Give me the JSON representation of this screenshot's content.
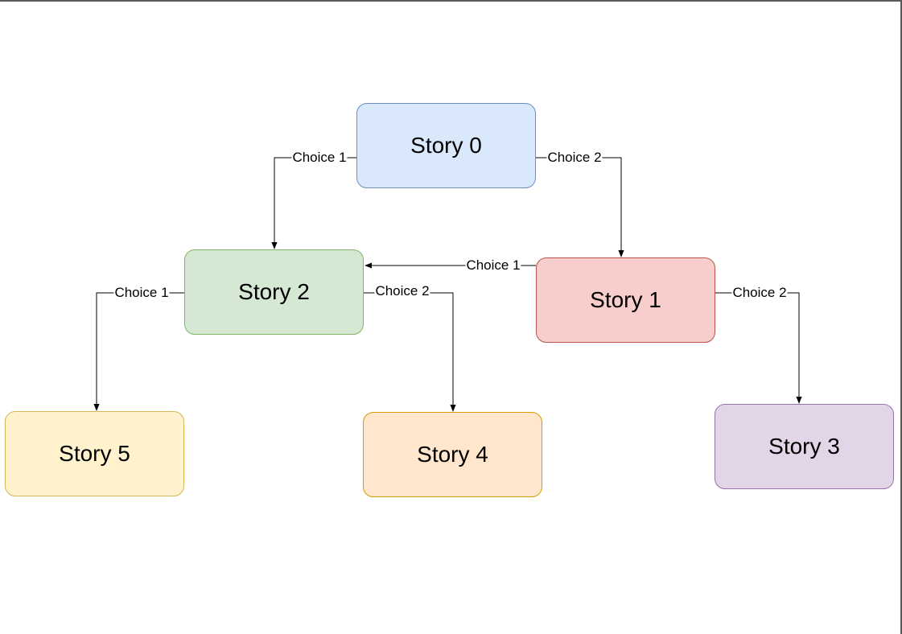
{
  "diagram": {
    "nodes": [
      {
        "id": "n0",
        "label": "Story 0",
        "fill": "#dae8fc",
        "stroke": "#6c8ebf"
      },
      {
        "id": "n1",
        "label": "Story 1",
        "fill": "#f8cecc",
        "stroke": "#b85450"
      },
      {
        "id": "n2",
        "label": "Story 2",
        "fill": "#d5e8d4",
        "stroke": "#82b366"
      },
      {
        "id": "n3",
        "label": "Story 3",
        "fill": "#e1d5e7",
        "stroke": "#9673a6"
      },
      {
        "id": "n4",
        "label": "Story 4",
        "fill": "#ffe6cc",
        "stroke": "#d79b00"
      },
      {
        "id": "n5",
        "label": "Story 5",
        "fill": "#fff2cc",
        "stroke": "#d6b656"
      }
    ],
    "edges": [
      {
        "id": "e0",
        "from": "Story 0",
        "to": "Story 2",
        "label": "Choice 1"
      },
      {
        "id": "e1",
        "from": "Story 0",
        "to": "Story 1",
        "label": "Choice 2"
      },
      {
        "id": "e2",
        "from": "Story 1",
        "to": "Story 2",
        "label": "Choice 1"
      },
      {
        "id": "e3",
        "from": "Story 1",
        "to": "Story 3",
        "label": "Choice 2"
      },
      {
        "id": "e4",
        "from": "Story 2",
        "to": "Story 5",
        "label": "Choice 1"
      },
      {
        "id": "e5",
        "from": "Story 2",
        "to": "Story 4",
        "label": "Choice 2"
      }
    ],
    "edge_color": "#000000"
  }
}
